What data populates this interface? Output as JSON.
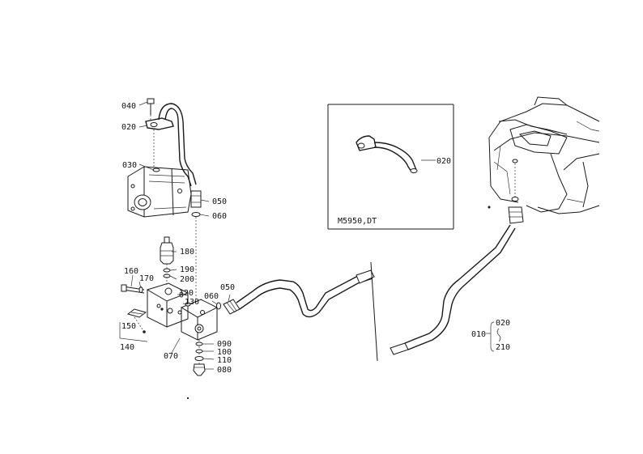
{
  "callouts": {
    "c040": "040",
    "c020": "020",
    "c030": "030",
    "c050a": "050",
    "c060a": "060",
    "c180": "180",
    "c160": "160",
    "c170": "170",
    "c190": "190",
    "c200": "200",
    "c120": "120",
    "c130": "130",
    "c060b": "060",
    "c050b": "050",
    "c150": "150",
    "c140": "140",
    "c070": "070",
    "c090": "090",
    "c100": "100",
    "c110": "110",
    "c080": "080"
  },
  "inset": {
    "part": "020",
    "model": "M5950,DT"
  },
  "assembly": {
    "id": "010",
    "from": "020",
    "to": "210"
  }
}
